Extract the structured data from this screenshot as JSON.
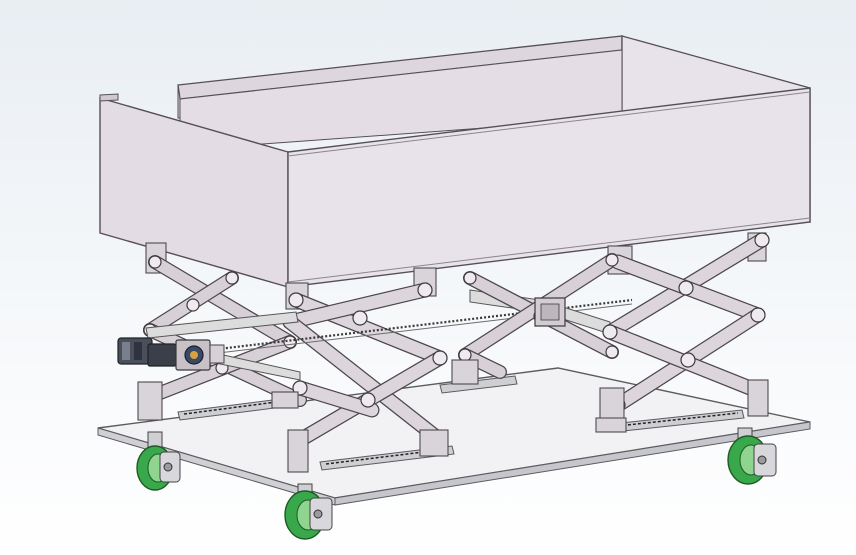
{
  "viewport": {
    "background_top": "#e9eef3",
    "background_bottom": "#ffffff"
  },
  "colors": {
    "box_panel": "#e2dbe4",
    "box_front": "#e7e1e8",
    "box_outline": "#555055",
    "base_plate": "#f2f2f4",
    "scissor_link": "#d7d0d7",
    "wheel_tire": "#39a84a",
    "motor": "#3a4a66"
  },
  "model": {
    "parts": [
      "storage-box",
      "scissor-lift-left",
      "scissor-lift-right",
      "lead-screw",
      "drive-motor",
      "guide-rails",
      "base-plate",
      "caster-wheels"
    ]
  }
}
